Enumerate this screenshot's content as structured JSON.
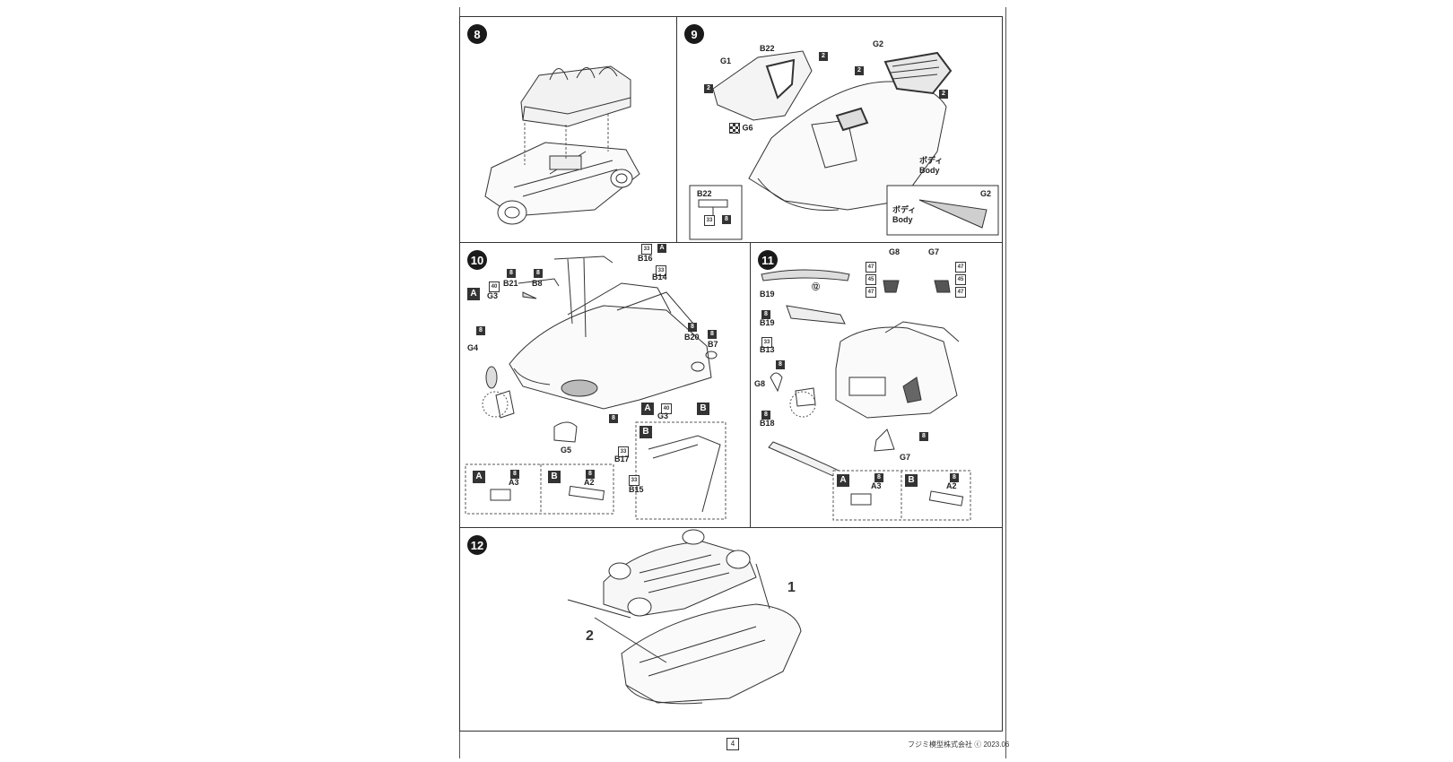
{
  "steps": {
    "s8": {
      "num": "8"
    },
    "s9": {
      "num": "9",
      "labels": {
        "b22": "B22",
        "g1": "G1",
        "g2": "G2",
        "g6": "G6",
        "n2": "2",
        "body_jp": "ボディ",
        "body_en": "Body",
        "inset_b22": "B22",
        "n33": "33",
        "n8": "8",
        "inset_g2": "G2",
        "inset_body_jp": "ボディ",
        "inset_body_en": "Body"
      }
    },
    "s10": {
      "num": "10",
      "labels": {
        "n8": "8",
        "n33": "33",
        "b21": "B21",
        "b8": "B8",
        "b16": "B16",
        "b14": "B14",
        "g3": "G3",
        "g4": "G4",
        "g5": "G5",
        "b20": "B20",
        "b7": "B7",
        "a": "A",
        "b": "B",
        "b17": "B17",
        "b15": "B15",
        "a3": "A3",
        "a2": "A2",
        "n40": "40"
      }
    },
    "s11": {
      "num": "11",
      "labels": {
        "b19": "B19",
        "b13": "B13",
        "b18": "B18",
        "g8": "G8",
        "g7": "G7",
        "n8": "8",
        "n33": "33",
        "n47": "47",
        "n45": "45",
        "circ12": "⑫",
        "a": "A",
        "b": "B",
        "a3": "A3",
        "a2": "A2"
      }
    },
    "s12": {
      "num": "12",
      "labels": {
        "one": "1",
        "two": "2"
      }
    }
  },
  "footer": {
    "page": "4",
    "copyright": "フジミ模型株式会社 ⓒ 2023.06"
  }
}
